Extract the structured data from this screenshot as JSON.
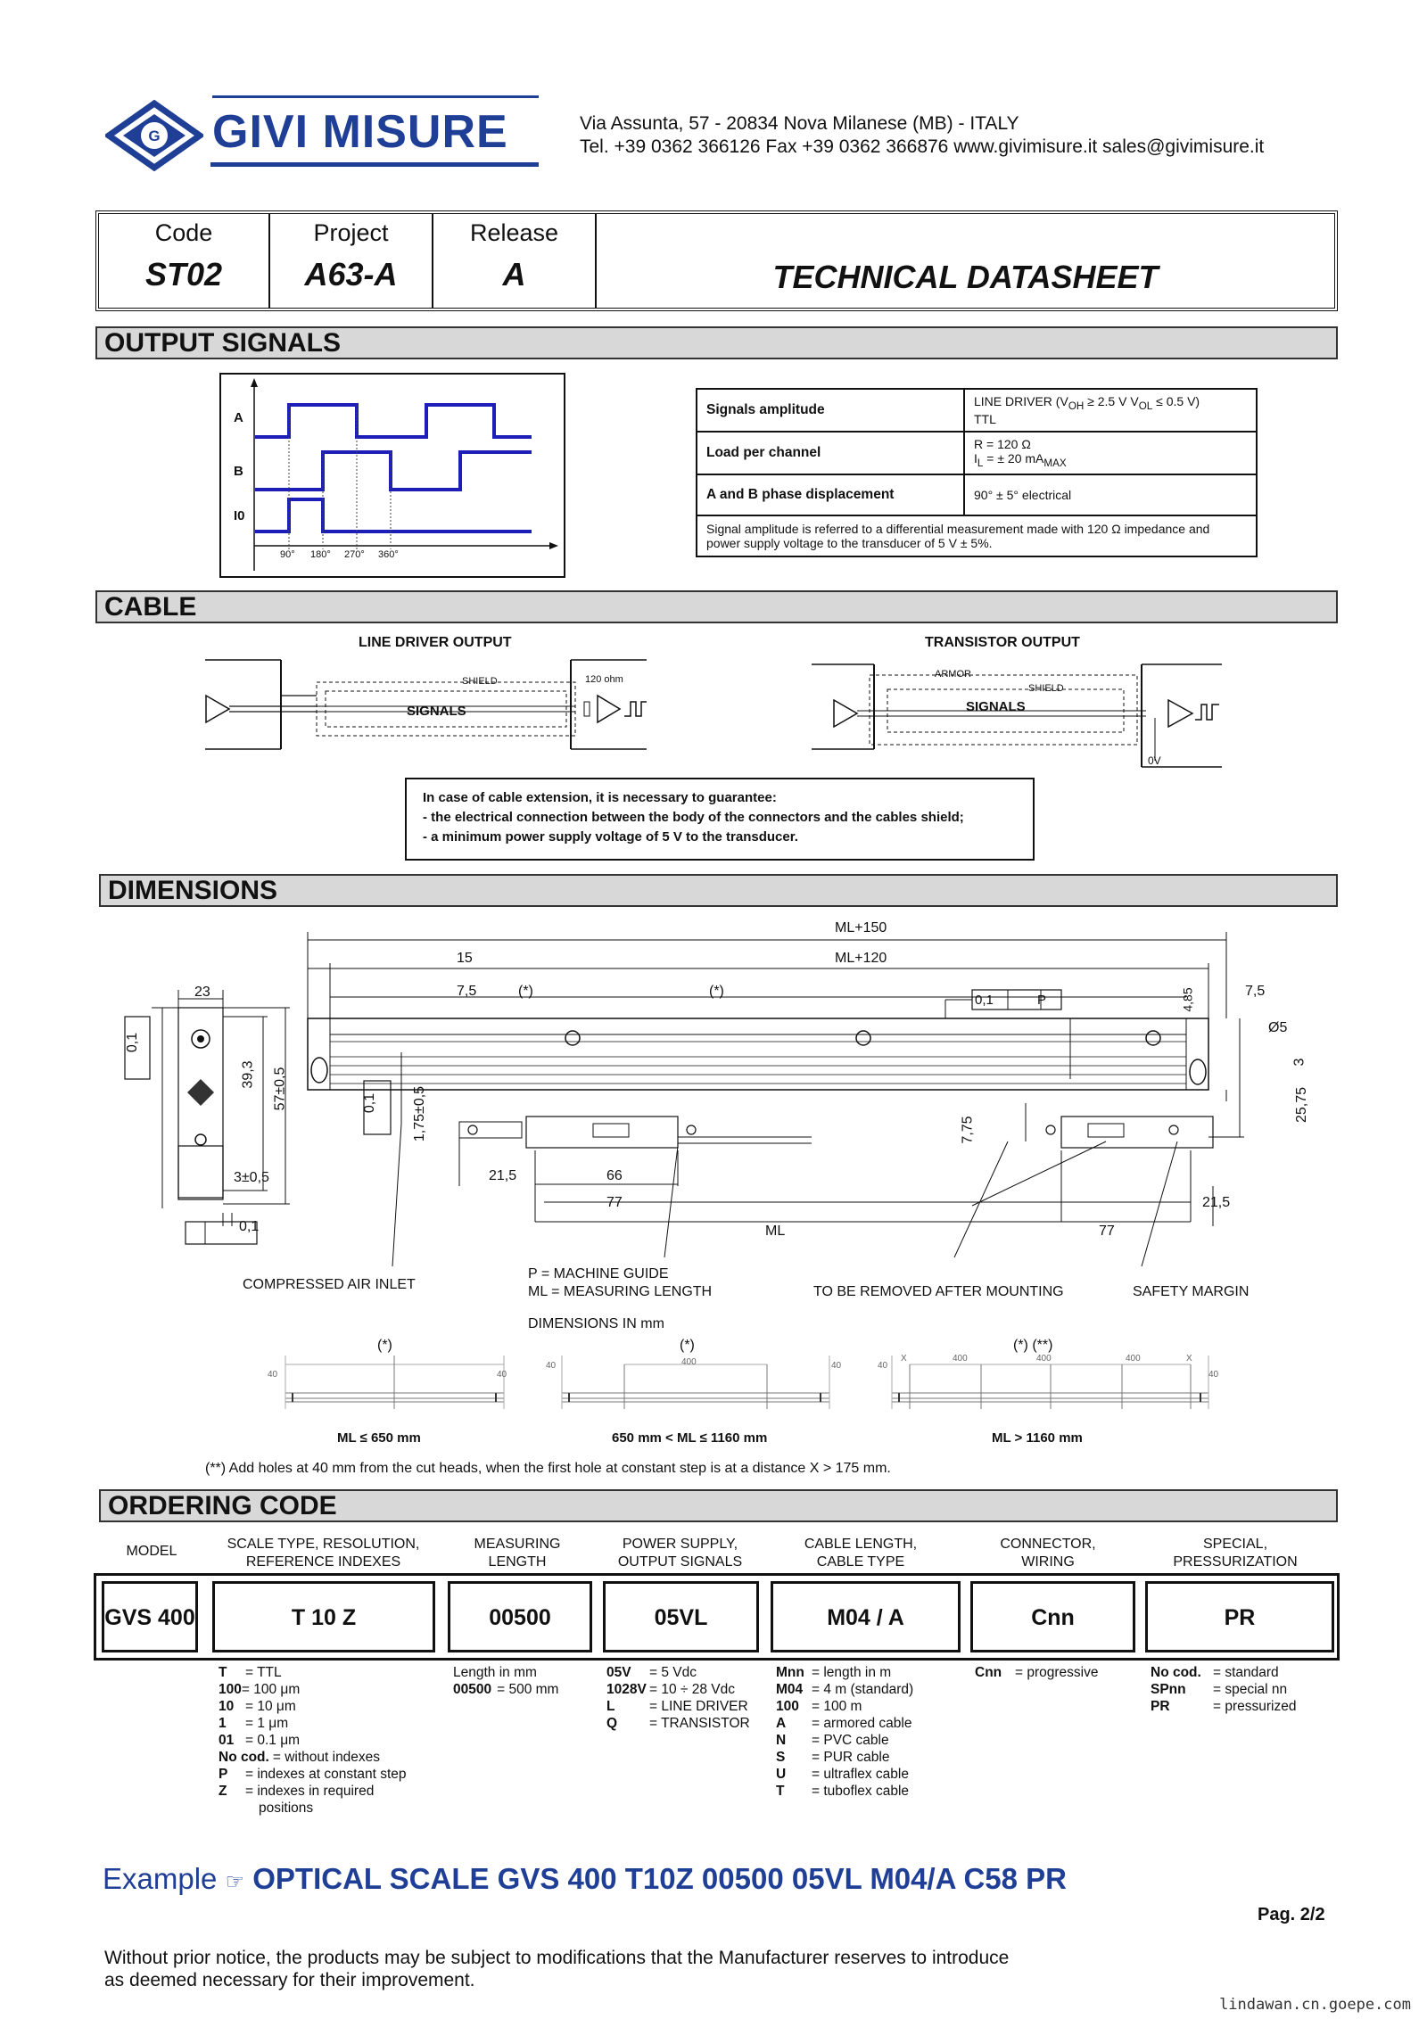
{
  "header": {
    "brand": "GIVI MISURE",
    "address_line1": "Via Assunta, 57 - 20834  Nova Milanese  (MB)  -  ITALY",
    "address_line2": "Tel. +39 0362 366126  Fax +39 0362 366876   www.givimisure.it   sales@givimisure.it"
  },
  "titleblock": {
    "code_label": "Code",
    "code": "ST02",
    "project_label": "Project",
    "project": "A63-A",
    "release_label": "Release",
    "release": "A",
    "title": "TECHNICAL DATASHEET"
  },
  "sections": {
    "output": "OUTPUT SIGNALS",
    "cable": "CABLE",
    "dimensions": "DIMENSIONS",
    "ordering": "ORDERING CODE"
  },
  "waveform": {
    "labels": [
      "A",
      "B",
      "I0"
    ],
    "degrees": [
      "90°",
      "180°",
      "270°",
      "360°"
    ]
  },
  "signals_table": {
    "r1_label": "Signals amplitude",
    "r1_v1": "LINE DRIVER (V",
    "r1_v1b": "OH",
    "r1_v1c": " ≥ 2.5 V   V",
    "r1_v1d": "OL",
    "r1_v1e": " ≤ 0.5 V)",
    "r1_v2": "TTL",
    "r2_label": "Load per channel",
    "r2_v1": "R = 120 Ω",
    "r2_v2": "I",
    "r2_v2b": "L",
    "r2_v2c": " = ± 20 mA",
    "r2_v2d": "MAX",
    "r3_label": "A and B phase displacement",
    "r3_v": "90° ± 5° electrical",
    "note": "Signal amplitude is referred to a differential measurement made with 120 Ω impedance and power supply voltage to the transducer of 5 V ± 5%."
  },
  "cable": {
    "ld_title": "LINE DRIVER OUTPUT",
    "tr_title": "TRANSISTOR OUTPUT",
    "shield": "SHIELD",
    "signals": "SIGNALS",
    "ohm": "120 ohm",
    "armor": "ARMOR",
    "ov": "0V",
    "note_l1": "In case of cable extension, it is necessary to guarantee:",
    "note_l2": "-  the electrical connection between the body of the connectors and the cables shield;",
    "note_l3": "-  a minimum power supply voltage of 5 V to the transducer."
  },
  "dimensions": {
    "ml150": "ML+150",
    "ml120": "ML+120",
    "d15": "15",
    "d75a": "7,5",
    "d75b": "7,5",
    "star1": "(*)",
    "star2": "(*)",
    "flat": "0,1",
    "p": "P",
    "d485": "4,85",
    "d5": "Ø5",
    "d3": "3",
    "d2575": "25,75",
    "d775": "7,75",
    "d215": "21,5",
    "d66": "66",
    "d77a": "77",
    "ml": "ML",
    "d77b": "77",
    "d215b": "21,5",
    "d23": "23",
    "d393": "39,3",
    "d57": "57±0,5",
    "perp": "0,1",
    "d3b": "3±0,5",
    "par2": "0,1",
    "d175": "1,75±0,5",
    "par3": "0,1",
    "compressed": "COMPRESSED AIR INLET",
    "pguide": "P = MACHINE GUIDE",
    "mlen": "ML = MEASURING LENGTH",
    "dimmm": "DIMENSIONS IN mm",
    "remove": "TO BE REMOVED AFTER MOUNTING",
    "safety": "SAFETY MARGIN",
    "s1": "(*)",
    "s2": "(*)",
    "s3": "(*)   (**)",
    "c1": "ML ≤ 650 mm",
    "c2": "650 mm < ML ≤ 1160 mm",
    "c3": "ML > 1160 mm",
    "n40": "40",
    "n400": "400",
    "nx": "X",
    "footnote": "(**) Add holes at 40 mm from the cut heads, when the first hole at constant step is at a distance X > 175 mm."
  },
  "ordering": {
    "headers": [
      [
        "MODEL",
        ""
      ],
      [
        "SCALE TYPE, RESOLUTION,",
        "REFERENCE INDEXES"
      ],
      [
        "MEASURING",
        "LENGTH"
      ],
      [
        "POWER SUPPLY,",
        "OUTPUT SIGNALS"
      ],
      [
        "CABLE LENGTH,",
        "CABLE TYPE"
      ],
      [
        "CONNECTOR,",
        "WIRING"
      ],
      [
        "SPECIAL,",
        "PRESSURIZATION"
      ]
    ],
    "values": [
      "GVS 400",
      "T 10 Z",
      "00500",
      "05VL",
      "M04 / A",
      "Cnn",
      "PR"
    ],
    "legend_scale": [
      [
        "T",
        "= TTL"
      ],
      [
        "100",
        "= 100 μm"
      ],
      [
        "10",
        "= 10 μm"
      ],
      [
        "1",
        "= 1 μm"
      ],
      [
        "01",
        "= 0.1 μm"
      ],
      [
        "No cod.",
        "= without indexes"
      ],
      [
        "P",
        "= indexes at constant step"
      ],
      [
        "Z",
        "= indexes in required"
      ],
      [
        "",
        "   positions"
      ]
    ],
    "legend_length": [
      [
        "",
        "Length in mm"
      ],
      [
        "00500",
        "= 500 mm"
      ]
    ],
    "legend_power": [
      [
        "05V",
        "= 5 Vdc"
      ],
      [
        "1028V",
        "= 10 ÷ 28 Vdc"
      ],
      [
        "L",
        "= LINE DRIVER"
      ],
      [
        "Q",
        "= TRANSISTOR"
      ]
    ],
    "legend_cable": [
      [
        "Mnn",
        "= length in m"
      ],
      [
        "M04",
        "= 4 m (standard)"
      ],
      [
        "100",
        "= 100 m"
      ],
      [
        "A",
        "= armored cable"
      ],
      [
        "N",
        "= PVC cable"
      ],
      [
        "S",
        "= PUR cable"
      ],
      [
        "U",
        "= ultraflex cable"
      ],
      [
        "T",
        "= tuboflex cable"
      ]
    ],
    "legend_conn": [
      [
        "Cnn",
        "= progressive"
      ]
    ],
    "legend_special": [
      [
        "No cod.",
        "= standard"
      ],
      [
        "SPnn",
        "= special nn"
      ],
      [
        "PR",
        "= pressurized"
      ]
    ]
  },
  "example": {
    "label": "Example",
    "hand": "☞",
    "text": "OPTICAL SCALE   GVS 400 T10Z 00500 05VL M04/A C58 PR"
  },
  "page": "Pag. 2/2",
  "footer": {
    "l1": "Without prior notice, the products may be subject to modifications that the Manufacturer reserves to introduce",
    "l2": "as deemed necessary for their improvement."
  },
  "watermark": "lindawan.cn.goepe.com"
}
